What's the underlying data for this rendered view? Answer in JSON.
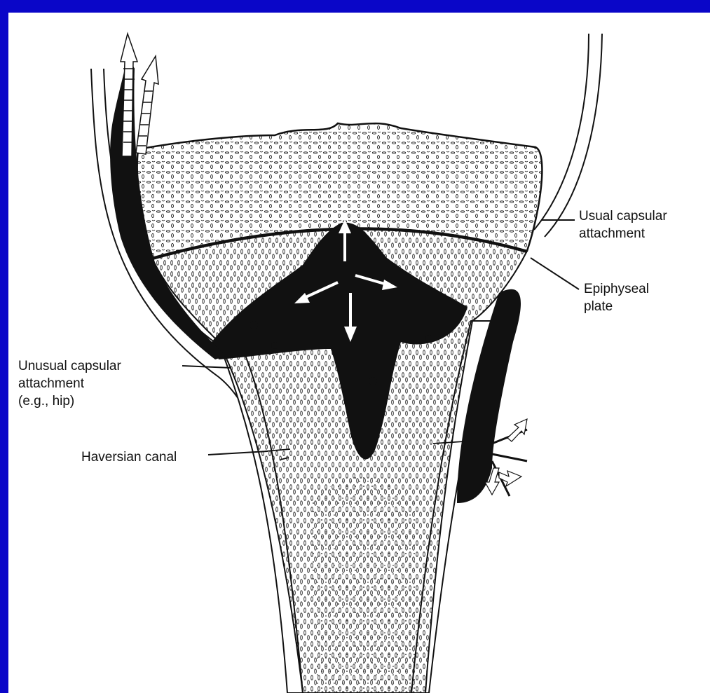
{
  "labels": {
    "usual_capsular_attachment": "Usual capsular\nattachment",
    "epiphyseal_plate": "Epiphyseal\nplate",
    "unusual_capsular_attachment": "Unusual capsular\nattachment\n(e.g., hip)",
    "haversian_canal": "Haversian canal"
  },
  "colors": {
    "slide_background": "#0a06c8",
    "figure_background": "#ffffff",
    "ink": "#111111"
  },
  "icons": [
    "arrow-up-icon",
    "arrow-down-icon",
    "arrow-left-icon",
    "arrow-right-icon"
  ]
}
